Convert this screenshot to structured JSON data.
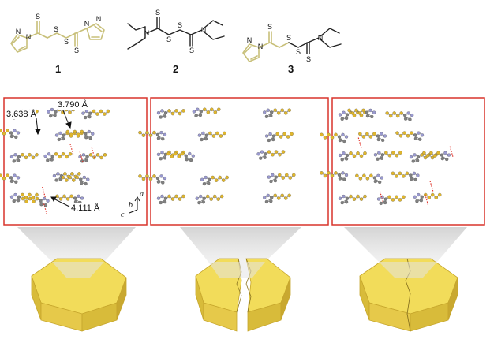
{
  "compounds": [
    {
      "label": "1",
      "description": "bis(pyrazole-1-thiocarbonyl) disulfide"
    },
    {
      "label": "2",
      "description": "tetraethylthiuram disulfide"
    },
    {
      "label": "3",
      "description": "mixed pyrazole / diethylamino thiuram disulfide"
    }
  ],
  "panels": [
    {
      "name": "crystal-packing-1",
      "annotations": [
        "3.638 Å",
        "3.790 Å",
        "4.111 Å"
      ],
      "axes": [
        "a",
        "b",
        "c"
      ]
    },
    {
      "name": "crystal-packing-2",
      "annotations": []
    },
    {
      "name": "crystal-packing-3",
      "annotations": []
    }
  ],
  "crystals": [
    {
      "name": "crystal-intact",
      "state": "intact"
    },
    {
      "name": "crystal-split",
      "state": "split"
    },
    {
      "name": "crystal-cracked",
      "state": "cracked"
    }
  ],
  "colors": {
    "structure_highlight": "#c8c07a",
    "bond_dark": "#222222",
    "panel_border": "#d9342b",
    "sulfur_atom": "#e0b62c",
    "nitrogen_atom": "#9a9ad0",
    "carbon_atom": "#808080",
    "contact_dash": "#e0342b",
    "crystal_face": "#f2dc5a",
    "crystal_side": "#d8bb3a",
    "beam_gray": "#d7d7d7"
  }
}
